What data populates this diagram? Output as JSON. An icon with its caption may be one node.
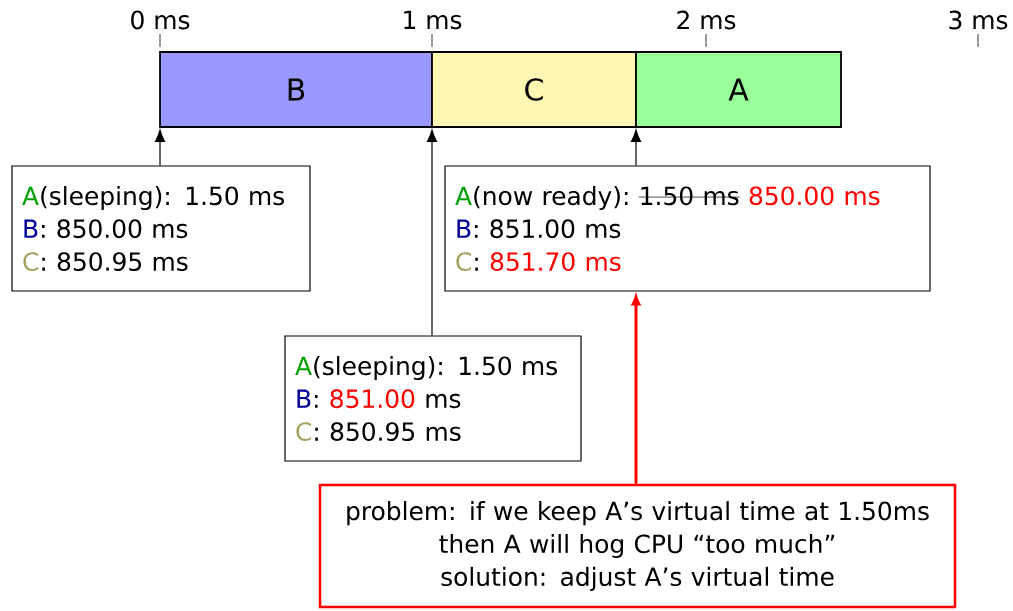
{
  "diagram": {
    "nodes": [
      {
        "text": [
          "B"
        ]
      },
      {
        "text": [
          "C"
        ]
      },
      {
        "text": [
          "A"
        ]
      },
      {
        "text": [
          "A",
          "(sleeping): 1.50 ms",
          "B",
          ": 850.00 ms",
          "C",
          ": 850.95 ms"
        ]
      },
      {
        "text": [
          "A",
          "(now ready):",
          "1.50 ms",
          "850.00 ms",
          "B",
          ": 851.00 ms",
          "C",
          ":",
          "851.70 ms"
        ]
      },
      {
        "text": [
          "A",
          "(sleeping): 1.50 ms",
          "B",
          ":",
          "851.00",
          "ms",
          "C",
          ": 850.95 ms"
        ]
      },
      {
        "text": [
          "problem: if we keep A’s virtual time at 1.50ms",
          "then A will hog CPU “too much”",
          "solution: adjust A’s virtual time"
        ]
      }
    ],
    "edges": [
      {
        "from": 3,
        "to": 0,
        "arrow": "to"
      },
      {
        "from": 5,
        "to": 1,
        "arrow": "to"
      },
      {
        "from": 4,
        "to": 2,
        "arrow": "to"
      },
      {
        "from": 6,
        "to": 4,
        "arrow": "to",
        "style": "thick",
        "color": "#ff0000"
      }
    ],
    "labels": [
      "0 ms",
      "1 ms",
      "2 ms",
      "3 ms"
    ]
  }
}
